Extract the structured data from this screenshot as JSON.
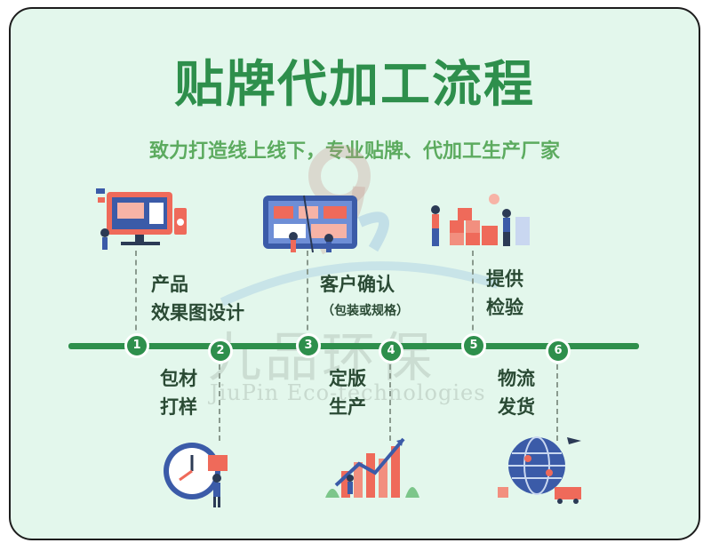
{
  "header": {
    "title": "贴牌代加工流程",
    "subtitle": "致力打造线上线下，专业贴牌、代加工生产厂家"
  },
  "steps": [
    {
      "number": "1",
      "line1": "产品",
      "line2": "效果图设计",
      "note": "",
      "icon": "monitor-design-icon"
    },
    {
      "number": "2",
      "line1": "包材",
      "line2": "打样",
      "note": "",
      "icon": "clock-package-icon"
    },
    {
      "number": "3",
      "line1": "客户确认",
      "line2": "",
      "note": "（包装或规格）",
      "icon": "dashboard-team-icon"
    },
    {
      "number": "4",
      "line1": "定版",
      "line2": "生产",
      "note": "",
      "icon": "growth-chart-icon"
    },
    {
      "number": "5",
      "line1": "提供",
      "line2": "检验",
      "note": "",
      "icon": "boxes-delivery-icon"
    },
    {
      "number": "6",
      "line1": "物流",
      "line2": "发货",
      "note": "",
      "icon": "globe-logistics-icon"
    }
  ],
  "watermark": {
    "cn": "九品环保",
    "en": "JiuPin Eco-technologies"
  },
  "colors": {
    "accent": "#2e8f4c",
    "background": "#e3f7ec",
    "subtitle": "#5cab5f",
    "text": "#2a4a34"
  }
}
